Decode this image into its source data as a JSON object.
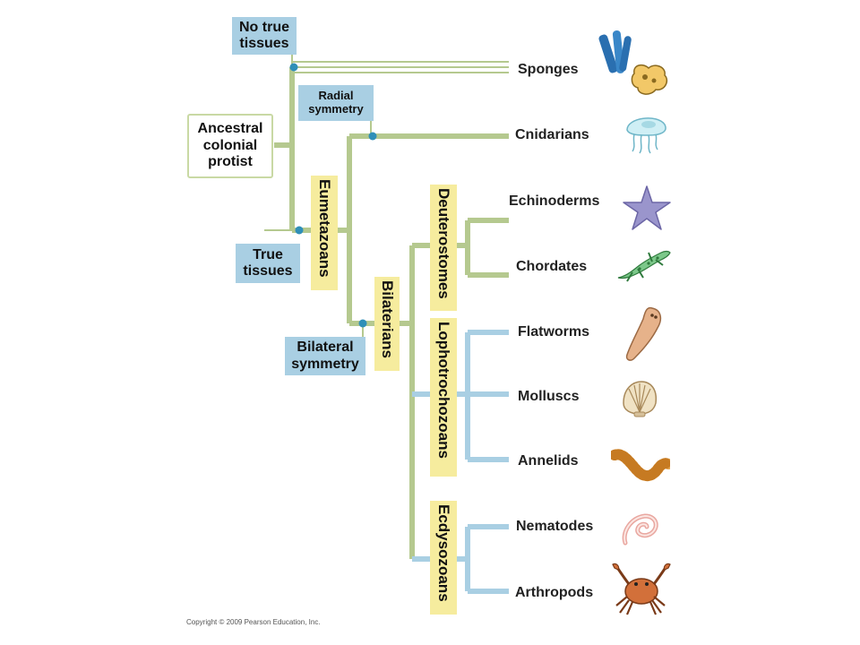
{
  "trait_boxes": {
    "no_true_tissues": "No true tissues",
    "radial_symmetry": "Radial symmetry",
    "ancestral_protist": "Ancestral colonial protist",
    "true_tissues": "True tissues",
    "bilateral_symmetry": "Bilateral symmetry"
  },
  "clades": {
    "eumetazoans": "Eumetazoans",
    "bilaterians": "Bilaterians",
    "deuterostomes": "Deuterostomes",
    "lophotrochozoans": "Lophotrochozoans",
    "ecdysozoans": "Ecdysozoans"
  },
  "taxa": [
    {
      "label": "Sponges",
      "icon": "sponge-icon"
    },
    {
      "label": "Cnidarians",
      "icon": "jellyfish-icon"
    },
    {
      "label": "Echinoderms",
      "icon": "sea-star-icon"
    },
    {
      "label": "Chordates",
      "icon": "salamander-icon"
    },
    {
      "label": "Flatworms",
      "icon": "flatworm-icon"
    },
    {
      "label": "Molluscs",
      "icon": "clam-shell-icon"
    },
    {
      "label": "Annelids",
      "icon": "segmented-worm-icon"
    },
    {
      "label": "Nematodes",
      "icon": "roundworm-icon"
    },
    {
      "label": "Arthropods",
      "icon": "crab-icon"
    }
  ],
  "colors": {
    "green_branch": "#b5c98f",
    "blue_branch": "#a9cfe3",
    "node": "#2f8fb8",
    "clade_label_bg": "#f6ec9e"
  },
  "copyright": "Copyright © 2009 Pearson Education, Inc."
}
